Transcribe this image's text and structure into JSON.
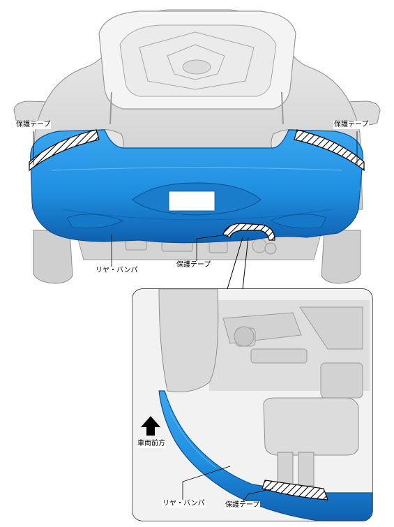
{
  "callouts": {
    "tape_top_left": "保護テープ",
    "tape_top_right": "保護テープ",
    "bumper_main": "リヤ・バンパ",
    "tape_center": "保護テープ",
    "vehicle_front": "車両前方",
    "bumper_detail": "リヤ・バンパ",
    "tape_detail": "保護テープ"
  },
  "colors": {
    "bumper_blue": "#1f8fe0",
    "bumper_blue_dark": "#0f5fae",
    "body_gray": "#d6d6d6",
    "line_gray": "#8e8e8e"
  }
}
